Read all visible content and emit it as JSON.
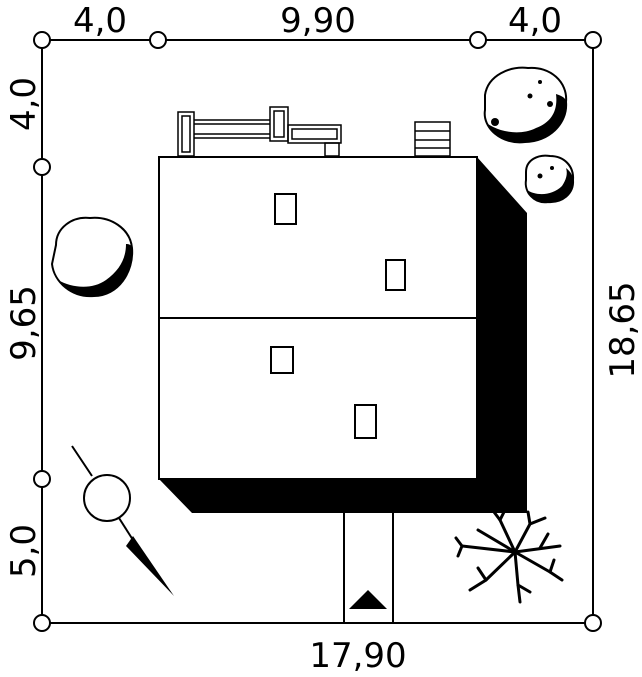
{
  "dimensions": {
    "top": [
      "4,0",
      "9,90",
      "4,0"
    ],
    "left": [
      "4,0",
      "9,65",
      "5,0"
    ],
    "right": "18,65",
    "bottom": "17,90"
  },
  "icons": {
    "north_arrow": "north-arrow-icon",
    "entrance": "entrance-triangle-icon",
    "trees": [
      "tree-icon",
      "bare-tree-icon"
    ]
  },
  "colors": {
    "line": "#000000",
    "background": "#ffffff",
    "shadow": "#000000"
  }
}
